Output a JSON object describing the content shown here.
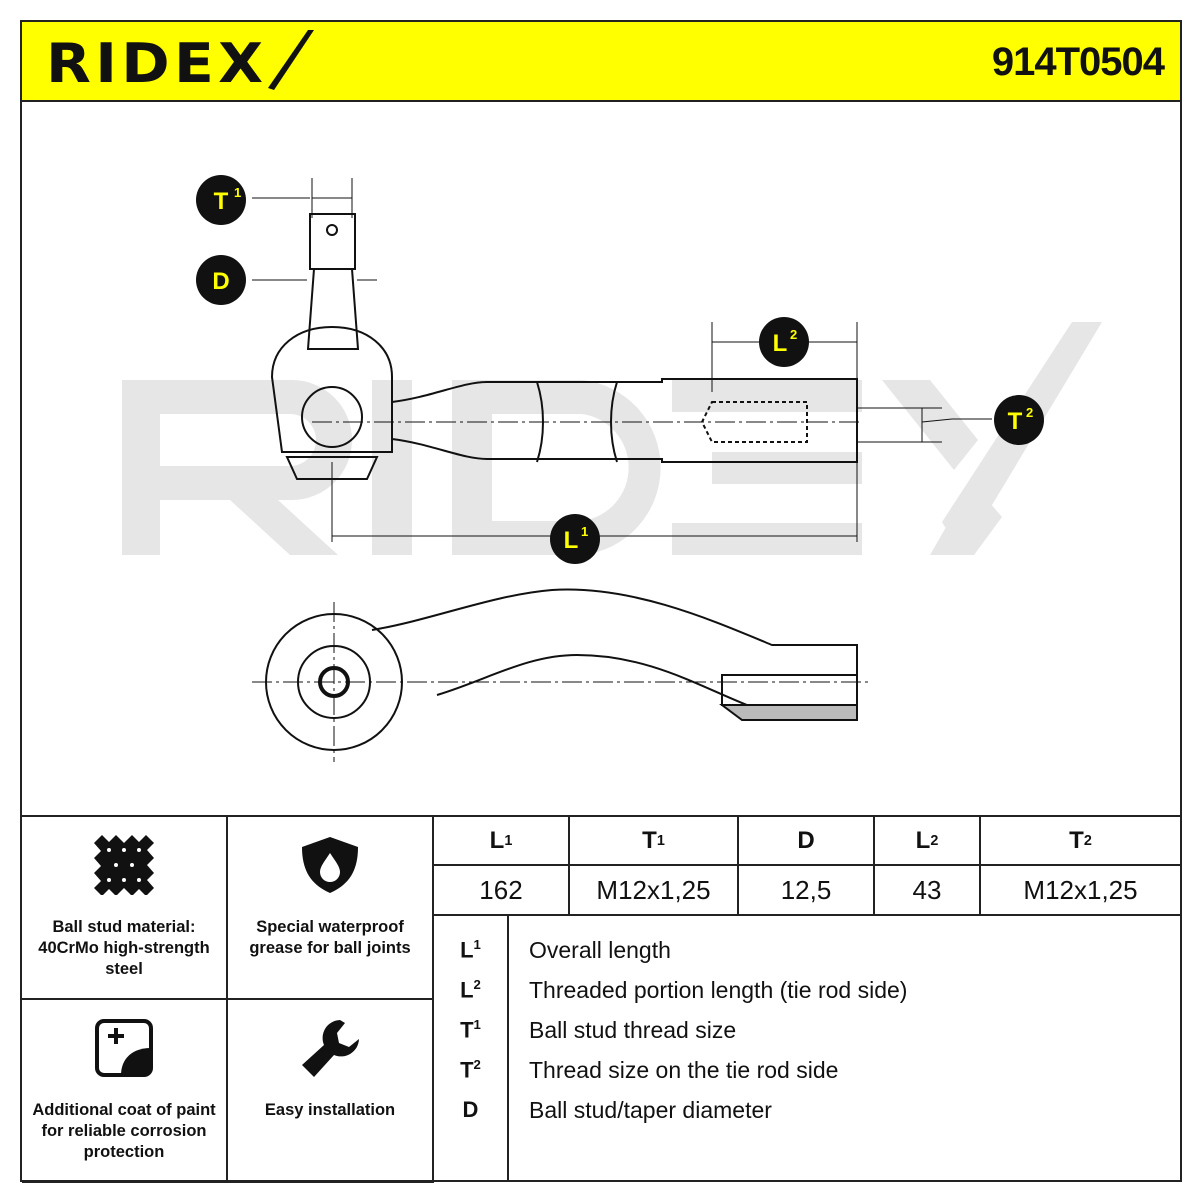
{
  "header": {
    "brand": "RIDEX",
    "part_number": "914T0504",
    "accent_color": "#ffff00"
  },
  "drawing": {
    "watermark": "RIDEX",
    "labels": [
      {
        "key": "T1",
        "base": "T",
        "sup": "1"
      },
      {
        "key": "D",
        "base": "D",
        "sup": ""
      },
      {
        "key": "L2",
        "base": "L",
        "sup": "2"
      },
      {
        "key": "T2",
        "base": "T",
        "sup": "2"
      },
      {
        "key": "L1",
        "base": "L",
        "sup": "1"
      }
    ]
  },
  "features": [
    {
      "icon": "steel-mesh-icon",
      "text": "Ball stud material: 40CrMo high-strength steel"
    },
    {
      "icon": "shield-drop-icon",
      "text": "Special waterproof grease for ball joints"
    },
    {
      "icon": "paint-coat-icon",
      "text": "Additional coat of paint for reliable corrosion protection"
    },
    {
      "icon": "wrench-icon",
      "text": "Easy installation"
    }
  ],
  "spec_table": {
    "headers": [
      {
        "base": "L",
        "sup": "1"
      },
      {
        "base": "T",
        "sup": "1"
      },
      {
        "base": "D",
        "sup": ""
      },
      {
        "base": "L",
        "sup": "2"
      },
      {
        "base": "T",
        "sup": "2"
      }
    ],
    "values": [
      "162",
      "M12x1,25",
      "12,5",
      "43",
      "M12x1,25"
    ]
  },
  "legend": [
    {
      "base": "L",
      "sup": "1",
      "text": "Overall length"
    },
    {
      "base": "L",
      "sup": "2",
      "text": "Threaded portion length (tie rod side)"
    },
    {
      "base": "T",
      "sup": "1",
      "text": "Ball stud thread size"
    },
    {
      "base": "T",
      "sup": "2",
      "text": "Thread size on the tie rod side"
    },
    {
      "base": "D",
      "sup": "",
      "text": "Ball stud/taper diameter"
    }
  ]
}
